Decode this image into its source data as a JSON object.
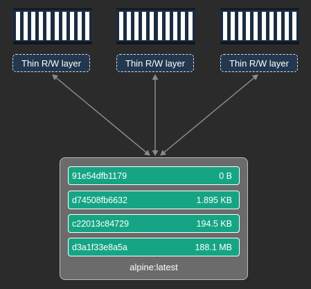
{
  "containers": [
    {
      "layer_label": "Thin R/W layer"
    },
    {
      "layer_label": "Thin R/W layer"
    },
    {
      "layer_label": "Thin R/W layer"
    }
  ],
  "image": {
    "name": "alpine:latest",
    "layers": [
      {
        "id": "91e54dfb1179",
        "size": "0 B"
      },
      {
        "id": "d74508fb6632",
        "size": "1.895 KB"
      },
      {
        "id": "c22013c84729",
        "size": "194.5 KB"
      },
      {
        "id": "d3a1f33e8a5a",
        "size": "188.1 MB"
      }
    ]
  },
  "colors": {
    "background": "#2b2b2b",
    "container": "#1c2b3e",
    "layer_label_fill": "#23384e",
    "image_box": "#6b6b6b",
    "image_layer": "#16a584",
    "arrow": "#8a8a8a"
  },
  "icons": [
    "container-icon",
    "arrow"
  ]
}
